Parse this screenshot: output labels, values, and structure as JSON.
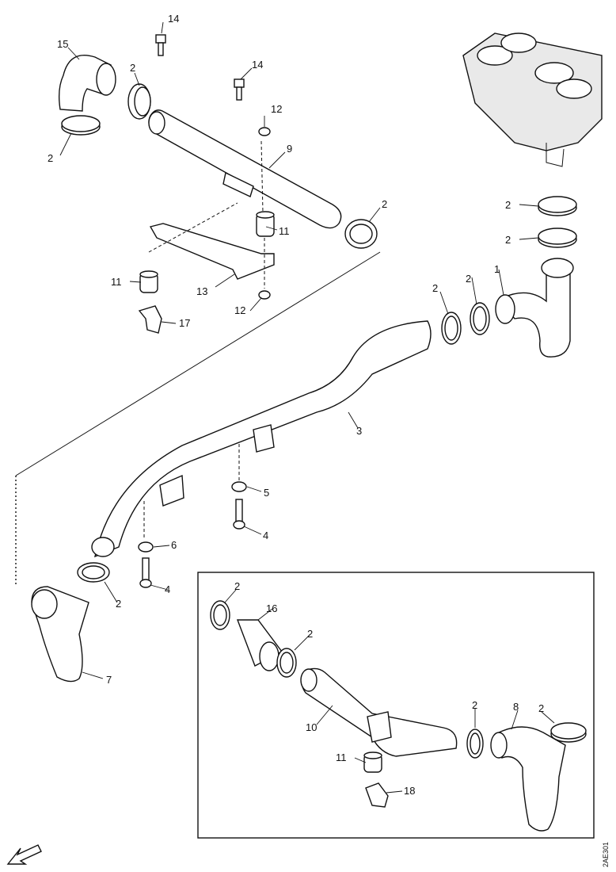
{
  "callouts": {
    "c1": "1",
    "c2a": "2",
    "c2b": "2",
    "c2c": "2",
    "c2d": "2",
    "c2e": "2",
    "c2f": "2",
    "c2g": "2",
    "c2h": "2",
    "c2i": "2",
    "c2j": "2",
    "c2k": "2",
    "c2l": "2",
    "c3": "3",
    "c4a": "4",
    "c4b": "4",
    "c5": "5",
    "c6": "6",
    "c7": "7",
    "c8": "8",
    "c9": "9",
    "c10": "10",
    "c11a": "11",
    "c11b": "11",
    "c11c": "11",
    "c12a": "12",
    "c12b": "12",
    "c13": "13",
    "c14a": "14",
    "c14b": "14",
    "c15": "15",
    "c16": "16",
    "c17": "17",
    "c18": "18"
  },
  "drawing_ref": "2AE301"
}
